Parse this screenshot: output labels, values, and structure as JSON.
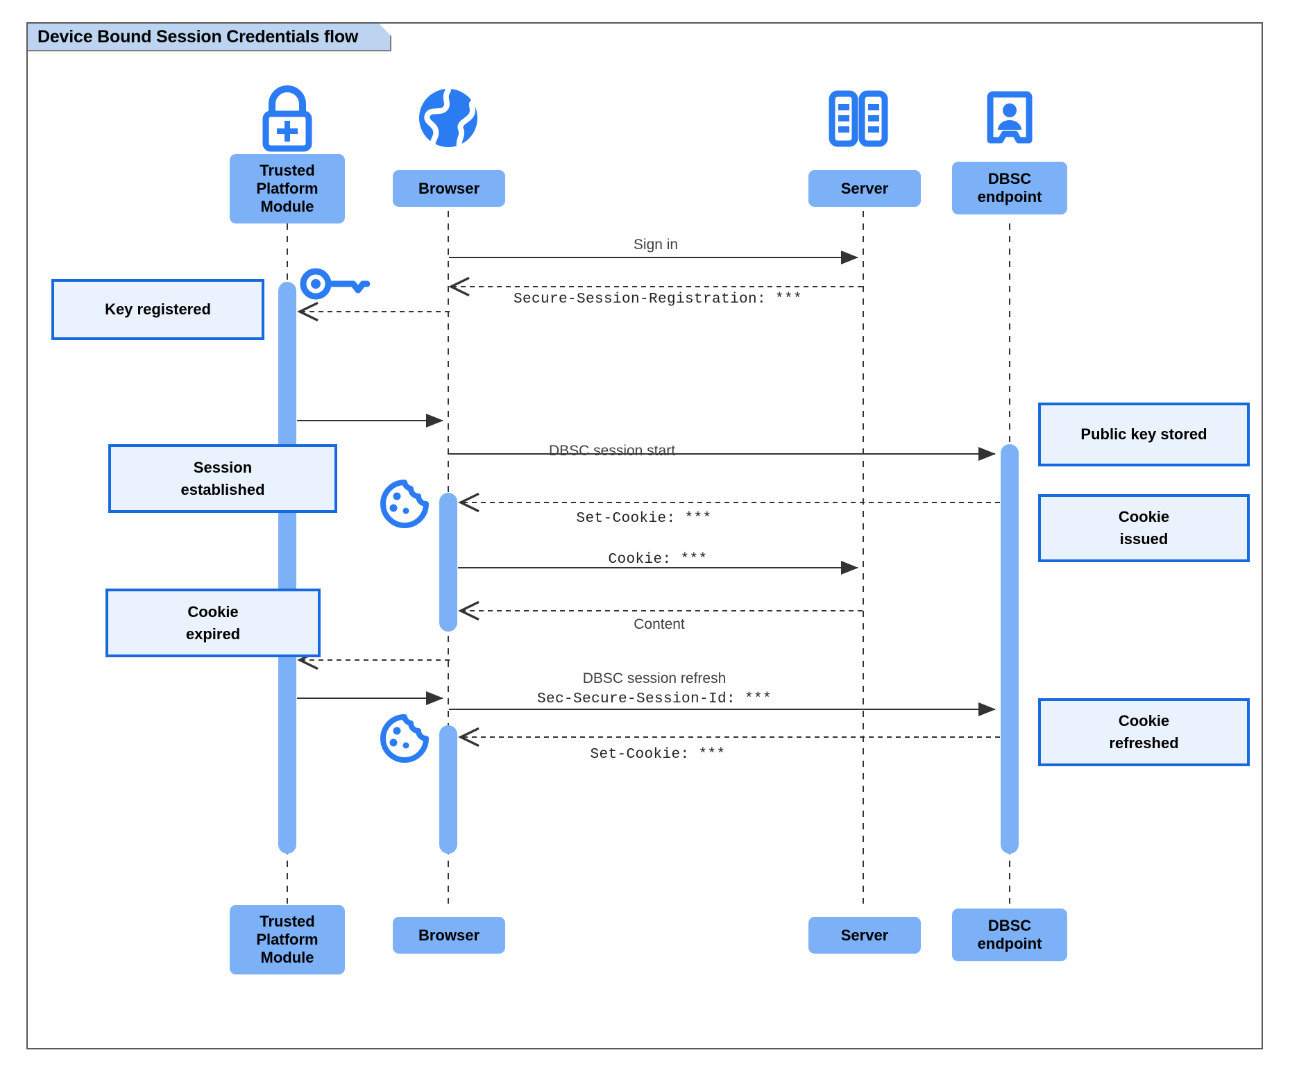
{
  "diagram": {
    "title": "Device Bound Session Credentials flow",
    "type": "uml-sequence-diagram",
    "colors": {
      "participant_fill": "#7cb0f7",
      "note_fill": "#eaf2fd",
      "note_border": "#1769e0",
      "activation_fill": "#7cb0f7",
      "icon_blue": "#2b7bf3",
      "title_fill": "#bcd4ef",
      "frame_border": "#5a5a5a",
      "line_color": "#333333"
    }
  },
  "participants": [
    {
      "id": "tpm",
      "label": "Trusted\nPlatform\nModule",
      "label_line1": "Trusted",
      "label_line2": "Platform",
      "label_line3": "Module",
      "icon": "padlock-plus-icon"
    },
    {
      "id": "browser",
      "label": "Browser",
      "label_line1": "Browser",
      "icon": "globe-icon"
    },
    {
      "id": "server",
      "label": "Server",
      "label_line1": "Server",
      "icon": "server-rack-icon"
    },
    {
      "id": "dbsc",
      "label": "DBSC\nendpoint",
      "label_line1": "DBSC",
      "label_line2": "endpoint",
      "icon": "id-badge-icon"
    }
  ],
  "messages": [
    {
      "id": "m1",
      "text": "Sign in",
      "style": "sans",
      "from": "browser",
      "to": "server",
      "line": "solid",
      "direction": "right"
    },
    {
      "id": "m2",
      "text": "Secure-Session-Registration: ***",
      "style": "mono",
      "from": "server",
      "to": "browser",
      "line": "dashed",
      "direction": "left"
    },
    {
      "id": "m3",
      "text": "",
      "style": "sans",
      "from": "server",
      "to": "tpm",
      "line": "dashed",
      "direction": "left"
    },
    {
      "id": "m4",
      "text": "",
      "style": "sans",
      "from": "tpm",
      "to": "browser",
      "line": "solid",
      "direction": "right"
    },
    {
      "id": "m5",
      "text": "DBSC session start",
      "style": "sans",
      "from": "browser",
      "to": "dbsc",
      "line": "solid",
      "direction": "right"
    },
    {
      "id": "m6",
      "text": "Set-Cookie: ***",
      "style": "mono",
      "from": "dbsc",
      "to": "browser",
      "line": "dashed",
      "direction": "left"
    },
    {
      "id": "m7",
      "text": "Cookie: ***",
      "style": "mono",
      "from": "browser",
      "to": "server",
      "line": "solid",
      "direction": "right"
    },
    {
      "id": "m8",
      "text": "Content",
      "style": "sans",
      "from": "server",
      "to": "browser",
      "line": "dashed",
      "direction": "left"
    },
    {
      "id": "m9",
      "text": "",
      "style": "sans",
      "from": "browser",
      "to": "tpm",
      "line": "dashed",
      "direction": "left"
    },
    {
      "id": "m10",
      "text": "",
      "style": "sans",
      "from": "tpm",
      "to": "browser",
      "line": "solid",
      "direction": "right"
    },
    {
      "id": "m11",
      "text_line1": "DBSC session refresh",
      "text_line2": "Sec-Secure-Session-Id: ***",
      "style": "mixed",
      "from": "browser",
      "to": "dbsc",
      "line": "solid",
      "direction": "right"
    },
    {
      "id": "m12",
      "text": "Set-Cookie: ***",
      "style": "mono",
      "from": "dbsc",
      "to": "browser",
      "line": "dashed",
      "direction": "left"
    }
  ],
  "notes": [
    {
      "id": "n1",
      "text": "Key registered",
      "line1": "Key registered",
      "line2": "",
      "side": "left",
      "attached_to": "tpm"
    },
    {
      "id": "n2",
      "text": "Session established",
      "line1": "Session",
      "line2": "established",
      "side": "left",
      "attached_to": "tpm"
    },
    {
      "id": "n3",
      "text": "Cookie expired",
      "line1": "Cookie",
      "line2": "expired",
      "side": "left",
      "attached_to": "tpm"
    },
    {
      "id": "n4",
      "text": "Public key stored",
      "line1": "Public key stored",
      "line2": "",
      "side": "right",
      "attached_to": "dbsc"
    },
    {
      "id": "n5",
      "text": "Cookie issued",
      "line1": "Cookie",
      "line2": "issued",
      "side": "right",
      "attached_to": "dbsc"
    },
    {
      "id": "n6",
      "text": "Cookie refreshed",
      "line1": "Cookie",
      "line2": "refreshed",
      "side": "right",
      "attached_to": "dbsc"
    }
  ],
  "inline_icons": [
    {
      "id": "i1",
      "name": "key-icon",
      "near": "tpm",
      "meaning": "key generated"
    },
    {
      "id": "i2",
      "name": "cookie-icon",
      "near": "browser",
      "meaning": "cookie stored"
    },
    {
      "id": "i3",
      "name": "cookie-icon",
      "near": "browser",
      "meaning": "cookie refreshed"
    }
  ]
}
